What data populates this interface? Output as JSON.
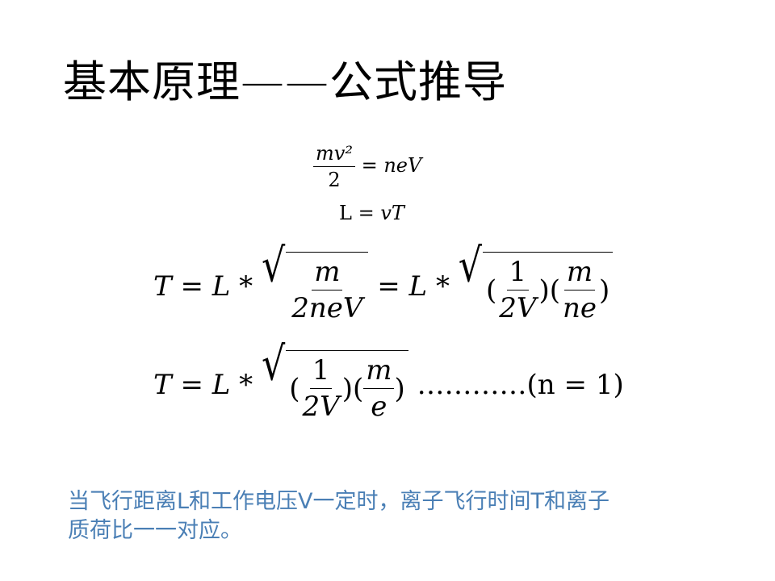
{
  "title": "基本原理——公式推导",
  "equations": {
    "eq1": {
      "num": "mv²",
      "den": "2",
      "rhs": "= neV"
    },
    "eq2": {
      "text_left": "L",
      "text_right": "= vT"
    },
    "eq3": {
      "lhs": "T = L *",
      "frac1_num": "m",
      "frac1_den": "2neV",
      "mid": "= L *",
      "open": "(",
      "frac2_num": "1",
      "frac2_den": "2V",
      "between": ")(",
      "frac3_num": "m",
      "frac3_den": "ne",
      "close": ")"
    },
    "eq4": {
      "lhs": "T = L *",
      "open": "(",
      "frac1_num": "1",
      "frac1_den": "2V",
      "between": ")(",
      "frac2_num": "m",
      "frac2_den": "e",
      "close": ")",
      "tail": "…………(n = 1)"
    }
  },
  "caption": {
    "line1": "当飞行距离L和工作电压V一定时，离子飞行时间T和离子",
    "line2": "质荷比一一对应。"
  }
}
